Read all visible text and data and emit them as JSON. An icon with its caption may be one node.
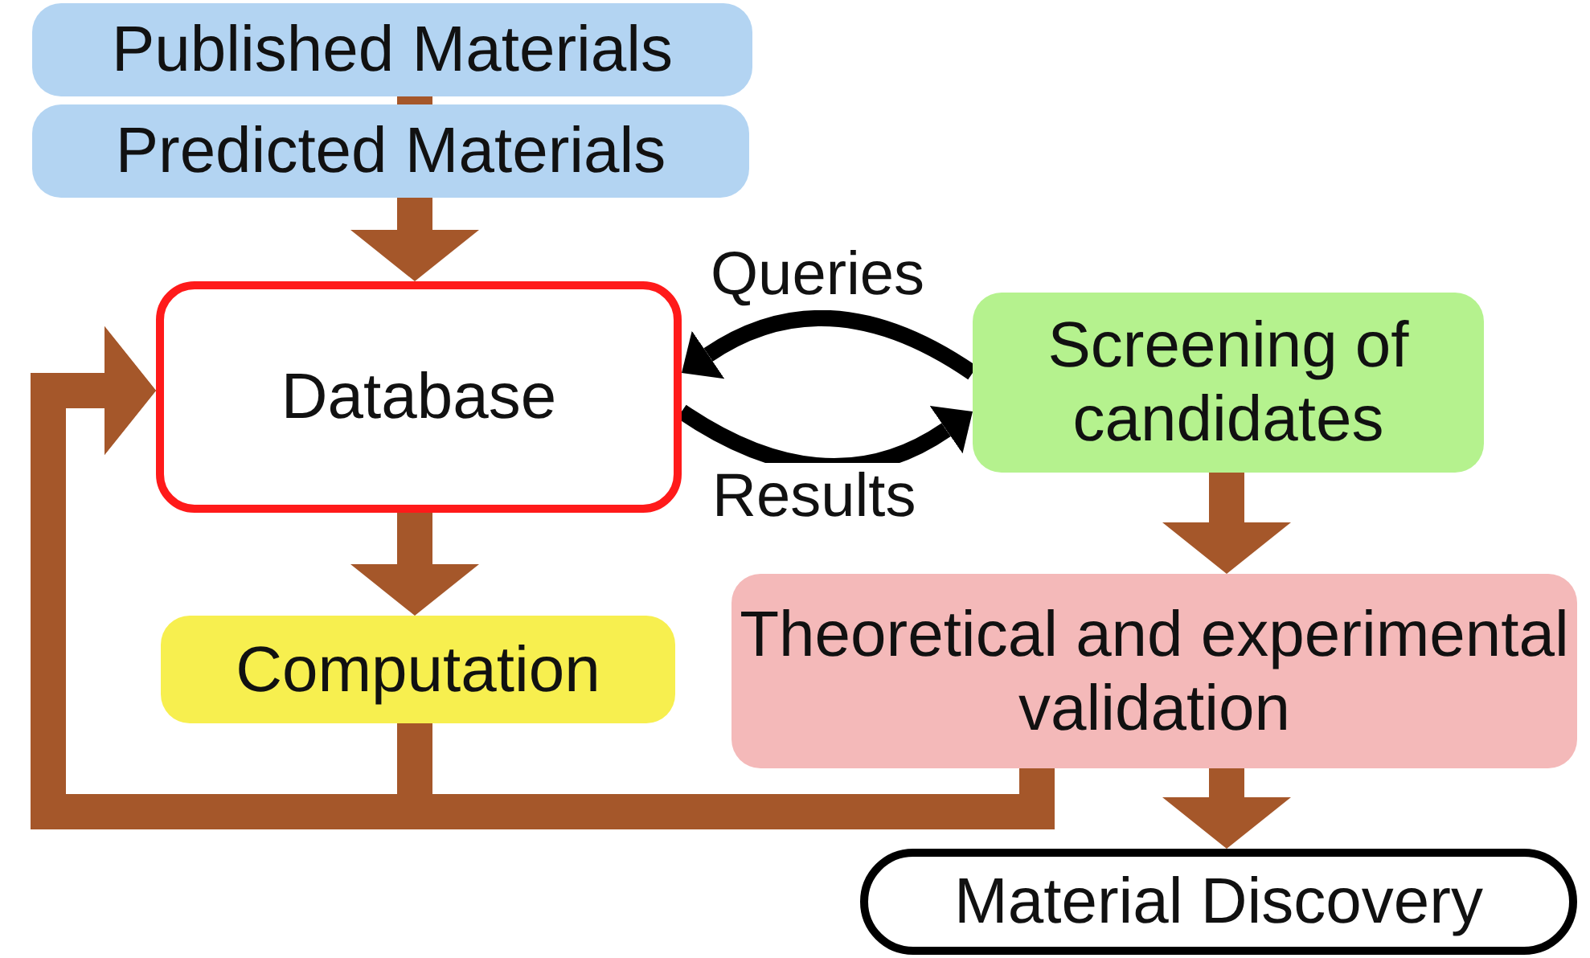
{
  "diagram": {
    "nodes": [
      {
        "text": [
          "Published Materials"
        ]
      },
      {
        "text": [
          "Predicted Materials"
        ]
      },
      {
        "text": [
          "Database"
        ]
      },
      {
        "text": [
          "Computation"
        ]
      },
      {
        "text": [
          "Screening of candidates"
        ]
      },
      {
        "text": [
          "Theoretical and experimental validation"
        ]
      },
      {
        "text": [
          "Material Discovery"
        ]
      }
    ],
    "edges": [
      {
        "from": 0,
        "to": 1,
        "arrow": "none"
      },
      {
        "from": 1,
        "to": 2,
        "arrow": "to"
      },
      {
        "from": 2,
        "to": 3,
        "arrow": "to"
      },
      {
        "from": 4,
        "to": 2,
        "arrow": "to",
        "label": "Queries",
        "color": "#000000"
      },
      {
        "from": 2,
        "to": 4,
        "arrow": "to",
        "label": "Results",
        "color": "#000000"
      },
      {
        "from": 4,
        "to": 5,
        "arrow": "to"
      },
      {
        "from": 5,
        "to": 6,
        "arrow": "to"
      },
      {
        "from": 3,
        "to": 2,
        "arrow": "to"
      },
      {
        "from": 5,
        "to": 2,
        "arrow": "to"
      }
    ]
  }
}
